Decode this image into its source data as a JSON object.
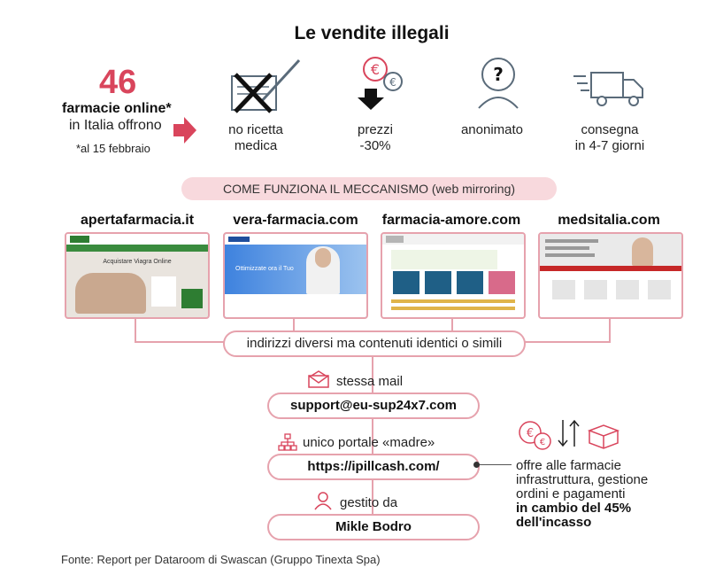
{
  "title": "Le vendite illegali",
  "stat": {
    "number": "46",
    "line1": "farmacie online*",
    "line2": "in Italia offrono",
    "note": "*al 15 febbraio"
  },
  "features": [
    {
      "line1": "no ricetta",
      "line2": "medica",
      "icon": "crossed-prescription-icon"
    },
    {
      "line1": "prezzi",
      "line2": "-30%",
      "icon": "euro-down-icon"
    },
    {
      "line1": "anonimato",
      "line2": "",
      "icon": "anonymous-person-icon"
    },
    {
      "line1": "consegna",
      "line2": "in 4-7 giorni",
      "icon": "delivery-truck-icon"
    }
  ],
  "mechanism_heading": "COME FUNZIONA IL MECCANISMO (web mirroring)",
  "sites": [
    {
      "name": "apertafarmacia.it",
      "banner": "Acquistare Viagra Online"
    },
    {
      "name": "vera-farmacia.com",
      "banner": "Ottimizzate ora il Tuo"
    },
    {
      "name": "farmacia-amore.com",
      "banner": ""
    },
    {
      "name": "medsitalia.com",
      "banner": ""
    }
  ],
  "shared_note": "indirizzi diversi ma contenuti identici o simili",
  "flow": {
    "mail_label": "stessa mail",
    "mail_value": "support@eu-sup24x7.com",
    "portal_label": "unico portale «madre»",
    "portal_value": "https://ipillcash.com/",
    "manager_label": "gestito da",
    "manager_value": "Mikle Bodro"
  },
  "side_note": {
    "line1": "offre alle farmacie",
    "line2": "infrastruttura, gestione",
    "line3": "ordini e pagamenti",
    "line4": "in cambio del 45%",
    "line5": "dell'incasso"
  },
  "source": "Fonte: Report per Dataroom di Swascan (Gruppo Tinexta Spa)",
  "colors": {
    "accent": "#d9455c",
    "border": "#e6a2ad",
    "pill_fill": "#f8d9dd"
  }
}
